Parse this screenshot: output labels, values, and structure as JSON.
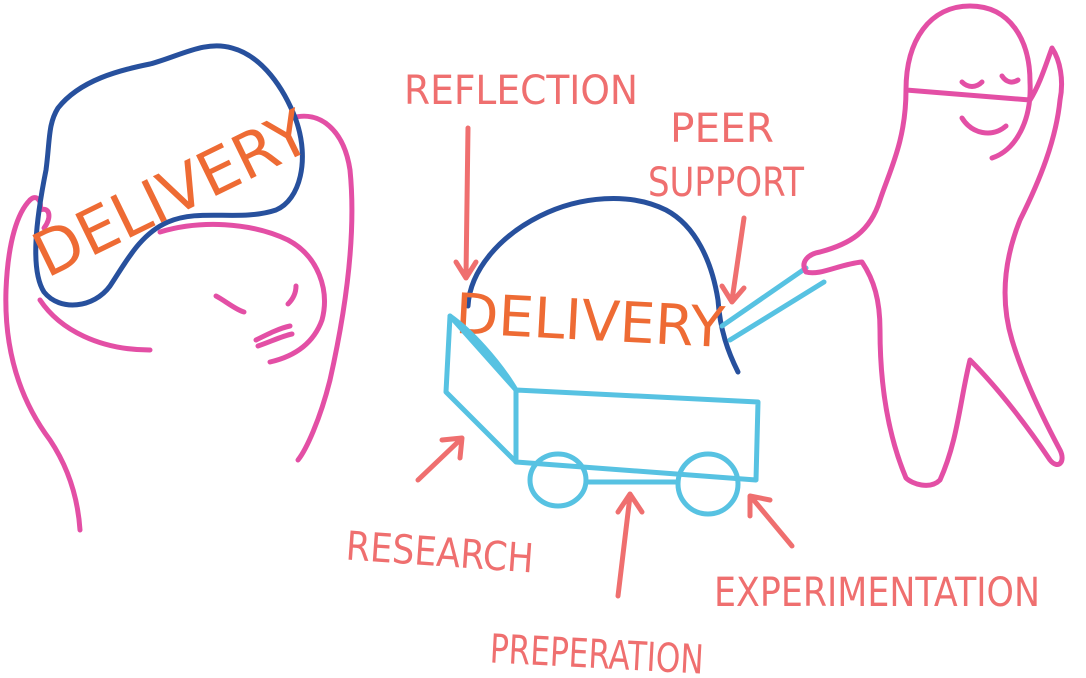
{
  "colors": {
    "figure": "#e34fa5",
    "load_outline": "#27509d",
    "load_text": "#ee6b34",
    "cart": "#57c2e2",
    "label": "#ef6f6f",
    "background": "#ffffff"
  },
  "left_load": {
    "text": "DELIVERY"
  },
  "center_load": {
    "text": "DELIVERY"
  },
  "labels": {
    "reflection": "REFLECTION",
    "peer_support": [
      "PEER",
      "SUPPORT"
    ],
    "research": "RESEARCH",
    "preperation": "PREPERATION",
    "experimentation": "EXPERIMENTATION"
  }
}
